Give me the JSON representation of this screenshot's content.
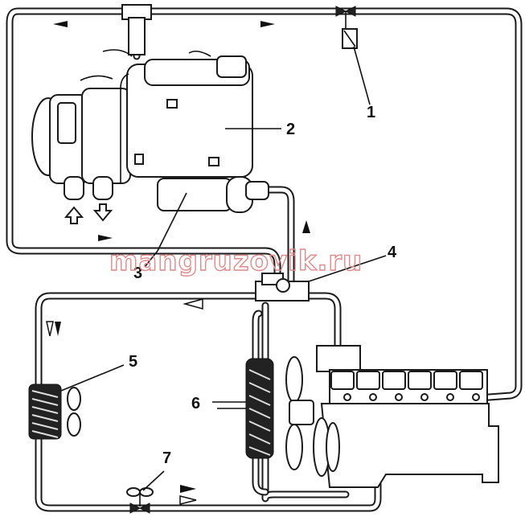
{
  "diagram": {
    "callouts": [
      {
        "id": "1",
        "label": "1"
      },
      {
        "id": "2",
        "label": "2"
      },
      {
        "id": "3",
        "label": "3"
      },
      {
        "id": "4",
        "label": "4"
      },
      {
        "id": "5",
        "label": "5"
      },
      {
        "id": "6",
        "label": "6"
      },
      {
        "id": "7",
        "label": "7"
      }
    ],
    "watermark": "mangruzovik.ru"
  }
}
